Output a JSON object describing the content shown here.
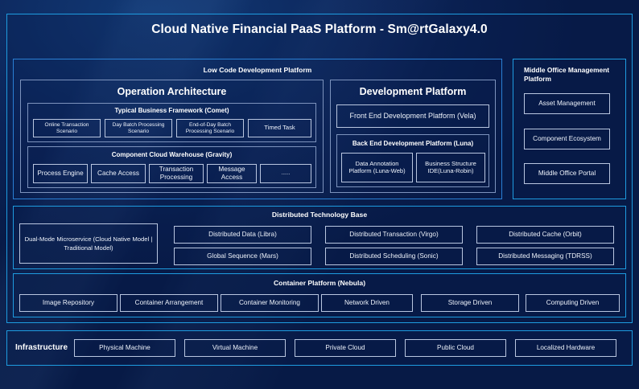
{
  "title": "Cloud Native Financial PaaS Platform - Sm@rtGalaxy4.0",
  "colors": {
    "background": "#071a46",
    "outer_border": "#1e9ce0",
    "panel_border": "#2a7fd4",
    "group_border": "#7d93bd",
    "chip_border": "#b9c6e0",
    "text": "#ffffff"
  },
  "low_code": {
    "title": "Low Code Development Platform",
    "operation_architecture": {
      "title": "Operation Architecture",
      "typical_business_framework": {
        "title": "Typical Business Framework (Comet)",
        "items": [
          "Online Transaction Scenario",
          "Day Batch Processing Scenario",
          "End-of-Day Batch Processing Scenario",
          "Timed Task"
        ]
      },
      "component_cloud_warehouse": {
        "title": "Component Cloud Warehouse (Gravity)",
        "items": [
          "Process Engine",
          "Cache Access",
          "Transaction Processing",
          "Message Access",
          "......"
        ]
      }
    },
    "development_platform": {
      "title": "Development Platform",
      "front_end": "Front End Development Platform (Vela)",
      "back_end": {
        "title": "Back End Development Platform (Luna)",
        "items": [
          "Data Annotation Platform (Luna-Web)",
          "Business Structure IDE(Luna-Robin)"
        ]
      }
    }
  },
  "middle_office": {
    "title": "Middle Office Management Platform",
    "items": [
      "Asset Management",
      "Component Ecosystem",
      "Middle Office Portal"
    ]
  },
  "distributed_technology_base": {
    "title": "Distributed Technology Base",
    "dual_mode": "Dual-Mode Microservice (Cloud Native Model | Traditional Model)",
    "items": [
      "Distributed Data (Libra)",
      "Distributed Transaction (Virgo)",
      "Distributed Cache (Orbit)",
      "Global Sequence (Mars)",
      "Distributed Scheduling (Sonic)",
      "Distributed Messaging (TDRSS)"
    ]
  },
  "container_platform": {
    "title": "Container Platform (Nebula)",
    "items": [
      "Image Repository",
      "Container Arrangement",
      "Container Monitoring",
      "Network Driven",
      "Storage Driven",
      "Computing Driven"
    ]
  },
  "infrastructure": {
    "label": "Infrastructure",
    "items": [
      "Physical Machine",
      "Virtual Machine",
      "Private Cloud",
      "Public Cloud",
      "Localized Hardware"
    ]
  }
}
